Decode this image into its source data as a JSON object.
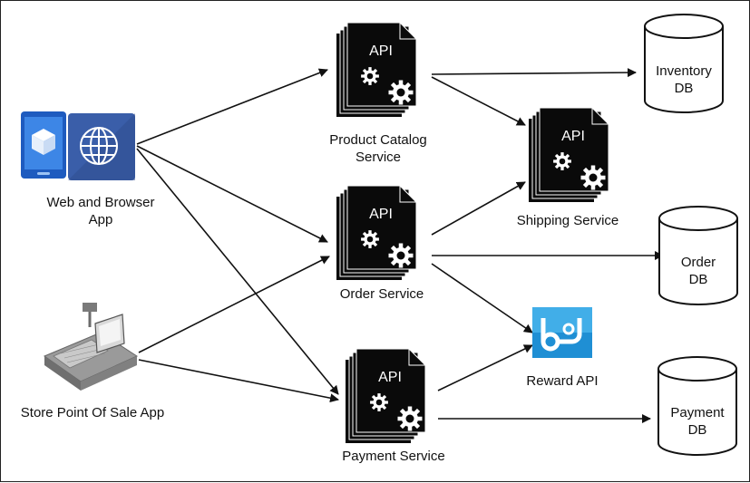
{
  "diagram": {
    "api_badge": "API",
    "clients": {
      "web": {
        "line1": "Web and Browser",
        "line2": "App"
      },
      "pos": {
        "line1": "Store Point Of Sale App"
      }
    },
    "services": {
      "product_catalog": {
        "line1": "Product Catalog",
        "line2": "Service"
      },
      "order": {
        "line1": "Order Service"
      },
      "payment": {
        "line1": "Payment Service"
      },
      "shipping": {
        "line1": "Shipping Service"
      }
    },
    "reward": {
      "line1": "Reward API"
    },
    "databases": {
      "inventory": {
        "line1": "Inventory",
        "line2": "DB"
      },
      "order": {
        "line1": "Order",
        "line2": "DB"
      },
      "payment": {
        "line1": "Payment",
        "line2": "DB"
      }
    },
    "colors": {
      "api_doc": "#0a0a0a",
      "tablet_blue": "#2f6fcf",
      "globe_blue": "#3b62b0",
      "reward_blue": "#2fa0dc",
      "pos_gray": "#8a8a8a",
      "line": "#111111"
    },
    "icons": [
      "api-document-icon",
      "gear-icon",
      "tablet-icon",
      "globe-icon",
      "pos-terminal-icon",
      "reward-icon",
      "database-icon"
    ]
  }
}
